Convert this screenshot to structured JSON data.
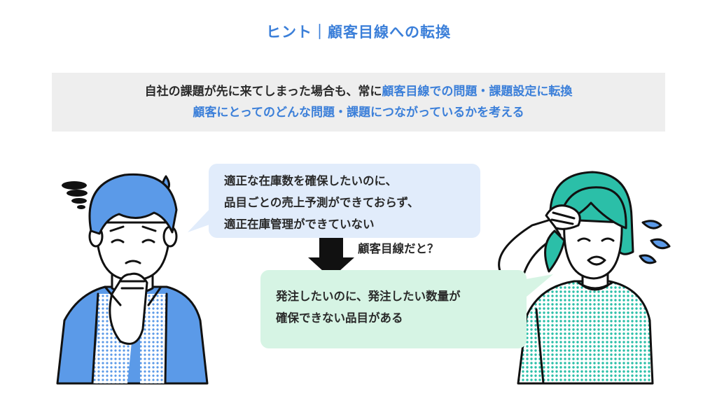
{
  "title": "ヒント｜顧客目線への転換",
  "info": {
    "line1_plain": "自社の課題が先に来てしまった場合も、常に",
    "line1_highlight": "顧客目線での問題・課題設定に転換",
    "line2_highlight": "顧客にとってのどんな問題・課題につながっているかを考える"
  },
  "problem_bubble": {
    "lines": [
      "適正な在庫数を確保したいのに、",
      "品目ごとの売上予測ができておらず、",
      "適正在庫管理ができていない"
    ]
  },
  "arrow_label": "顧客目線だと？",
  "customer_bubble": {
    "lines": [
      "発注したいのに、発注したい数量が",
      "確保できない品目がある"
    ]
  },
  "colors": {
    "accent_blue": "#3b7fd9",
    "info_bg": "#eeeeee",
    "problem_bubble_bg": "#e1ecfb",
    "customer_bubble_bg": "#d6f4e4",
    "man_shirt": "#5b9ae8",
    "woman_hair": "#2bbfa8"
  },
  "icons": {
    "man": "worried-man-illustration",
    "woman": "troubled-woman-illustration",
    "arrow": "down-arrow-icon",
    "stress": "stress-scribble-icon",
    "sweat": "sweat-drop-icon"
  }
}
